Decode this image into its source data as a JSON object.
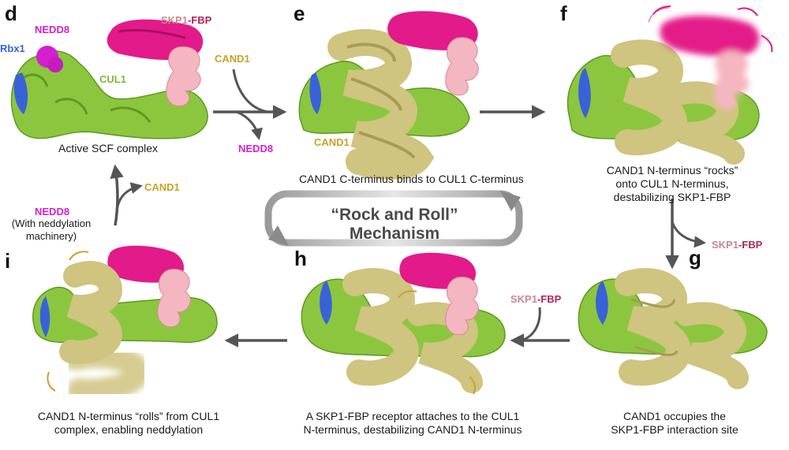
{
  "panels": {
    "d": {
      "letter": "d",
      "caption": "Active SCF complex"
    },
    "e": {
      "letter": "e",
      "caption": "CAND1 C-terminus binds to CUL1 C-terminus"
    },
    "f": {
      "letter": "f",
      "caption_lines": [
        "CAND1 N-terminus “rocks”",
        "onto CUL1 N-terminus,",
        "destabilizing SKP1-FBP"
      ]
    },
    "g": {
      "letter": "g",
      "caption_lines": [
        "CAND1 occupies the",
        "SKP1-FBP interaction site"
      ]
    },
    "h": {
      "letter": "h",
      "caption_lines": [
        "A SKP1-FBP receptor attaches to the CUL1",
        "N-terminus, destabilizing CAND1 N-terminus"
      ]
    },
    "i": {
      "letter": "i",
      "caption_lines": [
        "CAND1 N-terminus “rolls” from CUL1",
        "complex, enabling neddylation"
      ]
    }
  },
  "labels": {
    "skp1": "SKP1",
    "fbp": "-FBP",
    "nedd8": "NEDD8",
    "rbx1": "Rbx1",
    "cul1": "CUL1",
    "cand1": "CAND1",
    "neddylation_note_lines": [
      "(With neddylation",
      "machinery)"
    ]
  },
  "center_title": "“Rock and Roll” Mechanism",
  "colors": {
    "cul1": "#8cc63f",
    "cul1_dark": "#5d9a1e",
    "cand1": "#d6cc8a",
    "cand1_dark": "#a89c55",
    "skp1": "#f4b6c0",
    "fbp": "#e31a8a",
    "nedd8": "#d41fd0",
    "rbx1": "#3a62d8",
    "arrow": "#555555",
    "cand1_text": "#c9a227",
    "fbp_text": "#b3245a",
    "skp1_text": "#c98891",
    "nedd8_text": "#d41fd0",
    "rbx1_text": "#3a62d8",
    "cul1_text": "#7dbb2e"
  }
}
